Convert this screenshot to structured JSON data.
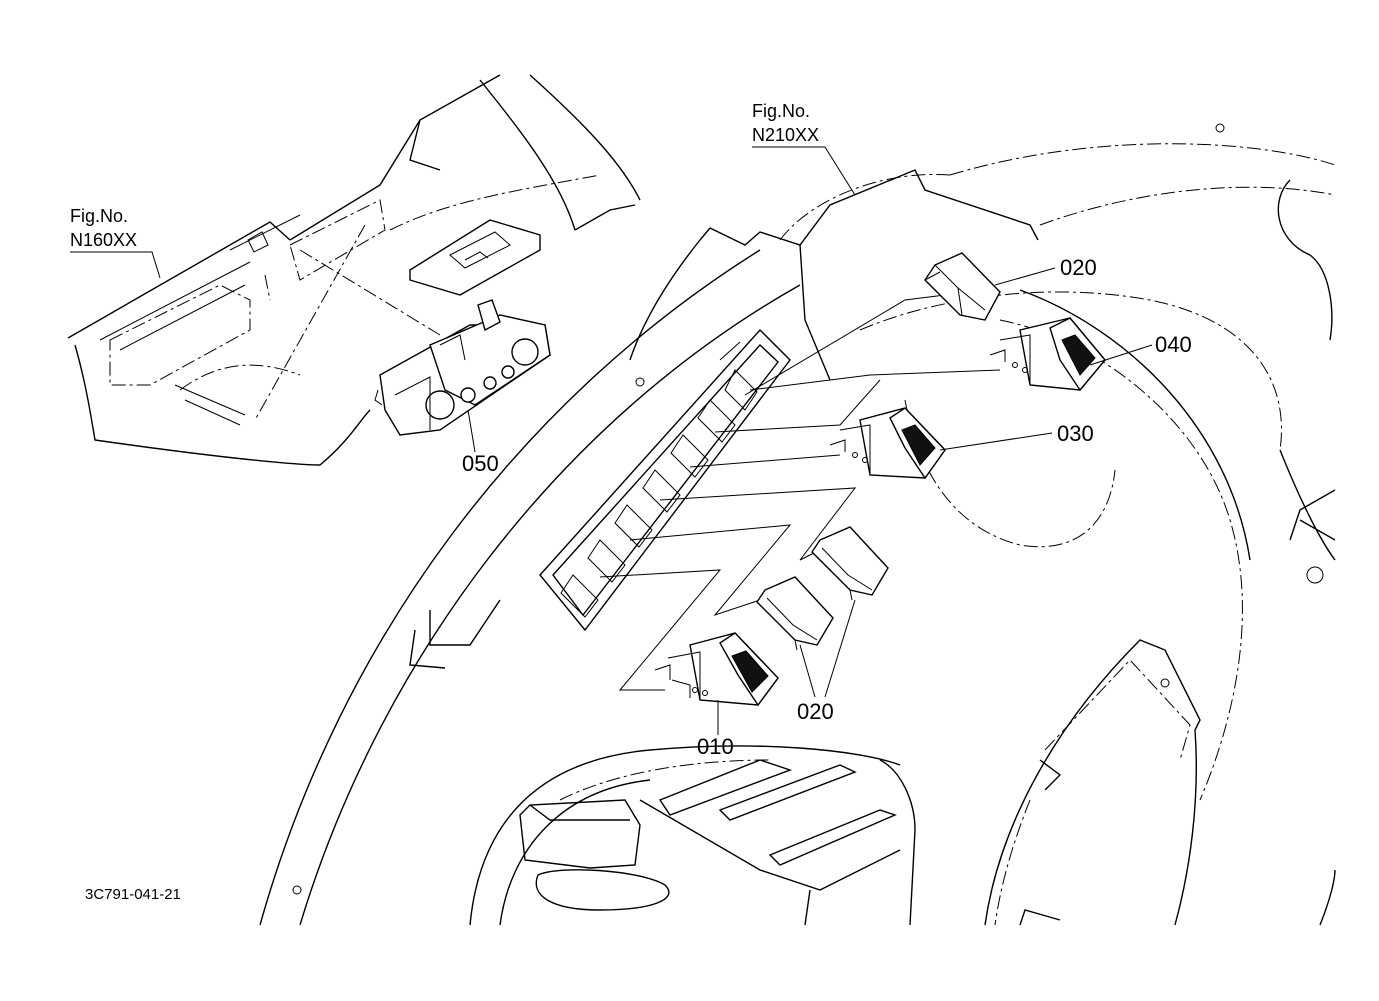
{
  "figure_refs": [
    {
      "line1": "Fig.No.",
      "line2": "N160XX"
    },
    {
      "line1": "Fig.No.",
      "line2": "N210XX"
    }
  ],
  "callouts": {
    "c020_top": "020",
    "c040": "040",
    "c030": "030",
    "c050": "050",
    "c020_bottom": "020",
    "c010": "010"
  },
  "drawing_code": "3C791-041-21"
}
